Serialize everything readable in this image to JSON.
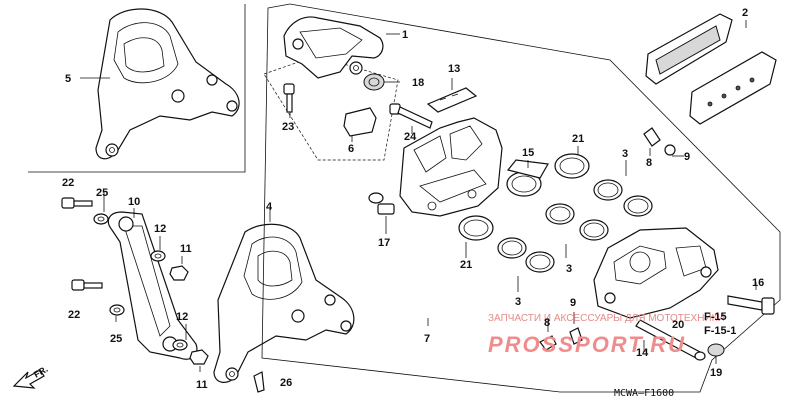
{
  "diagram": {
    "callouts": [
      {
        "id": "c1",
        "text": "1"
      },
      {
        "id": "c2",
        "text": "2"
      },
      {
        "id": "c3a",
        "text": "3"
      },
      {
        "id": "c3b",
        "text": "3"
      },
      {
        "id": "c3c",
        "text": "3"
      },
      {
        "id": "c4",
        "text": "4"
      },
      {
        "id": "c5",
        "text": "5"
      },
      {
        "id": "c6",
        "text": "6"
      },
      {
        "id": "c7",
        "text": "7"
      },
      {
        "id": "c8a",
        "text": "8"
      },
      {
        "id": "c8b",
        "text": "8"
      },
      {
        "id": "c9a",
        "text": "9"
      },
      {
        "id": "c9b",
        "text": "9"
      },
      {
        "id": "c10",
        "text": "10"
      },
      {
        "id": "c11a",
        "text": "11"
      },
      {
        "id": "c11b",
        "text": "11"
      },
      {
        "id": "c12a",
        "text": "12"
      },
      {
        "id": "c12b",
        "text": "12"
      },
      {
        "id": "c13",
        "text": "13"
      },
      {
        "id": "c14",
        "text": "14"
      },
      {
        "id": "c15",
        "text": "15"
      },
      {
        "id": "c16",
        "text": "16"
      },
      {
        "id": "c17",
        "text": "17"
      },
      {
        "id": "c18",
        "text": "18"
      },
      {
        "id": "c19",
        "text": "19"
      },
      {
        "id": "c20",
        "text": "20"
      },
      {
        "id": "c21a",
        "text": "21"
      },
      {
        "id": "c21b",
        "text": "21"
      },
      {
        "id": "c22a",
        "text": "22"
      },
      {
        "id": "c22b",
        "text": "22"
      },
      {
        "id": "c23",
        "text": "23"
      },
      {
        "id": "c24",
        "text": "24"
      },
      {
        "id": "c25a",
        "text": "25"
      },
      {
        "id": "c25b",
        "text": "25"
      },
      {
        "id": "c26",
        "text": "26"
      }
    ],
    "references": [
      "F-15",
      "F-15-1"
    ],
    "direction_label": "FR.",
    "drawing_code": "MCWA—F1600"
  },
  "watermark": {
    "text": "ЗАПЧАСТИ И АКСЕССУАРЫ ДЛЯ МОТОТЕХНИКИ",
    "logo": "PROSSPORT.RU",
    "color": "#f08c8c"
  }
}
